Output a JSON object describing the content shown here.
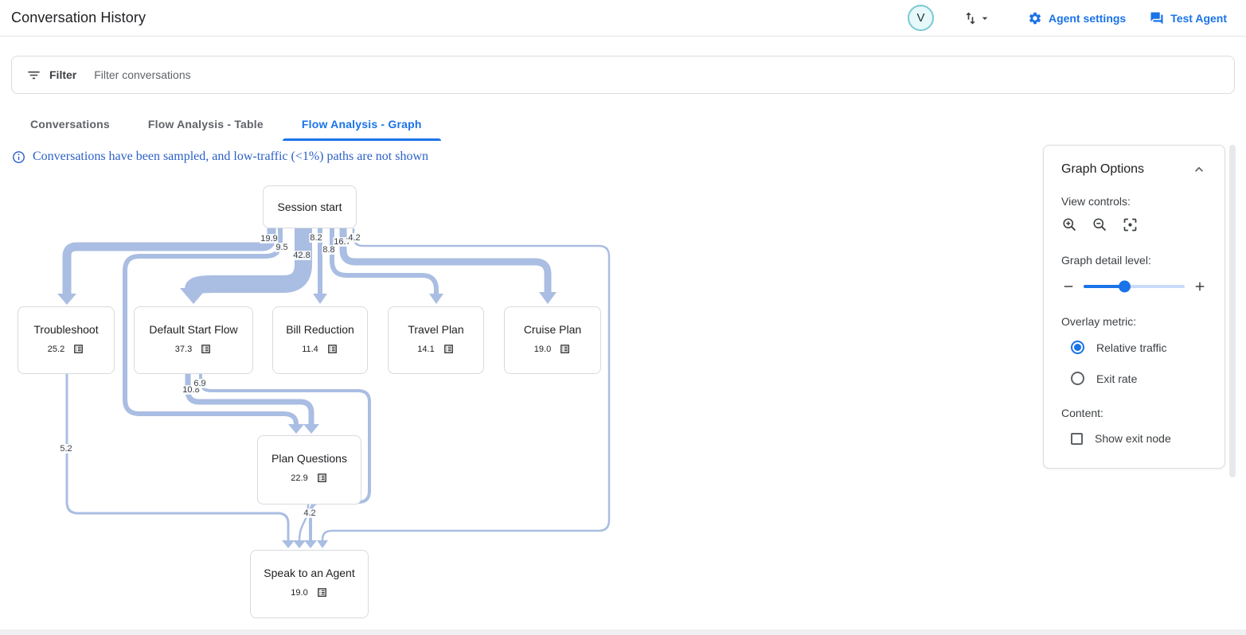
{
  "header": {
    "title": "Conversation History",
    "avatar_letter": "V",
    "agent_settings_label": "Agent settings",
    "test_agent_label": "Test Agent"
  },
  "filter_bar": {
    "filter_label": "Filter",
    "placeholder": "Filter conversations"
  },
  "tabs": [
    {
      "label": "Conversations",
      "active": false
    },
    {
      "label": "Flow Analysis - Table",
      "active": false
    },
    {
      "label": "Flow Analysis - Graph",
      "active": true
    }
  ],
  "info_banner": {
    "text": "Conversations have been sampled, and low-traffic (<1%) paths are not shown"
  },
  "chart_data": {
    "type": "flow-graph",
    "nodes": [
      {
        "id": "session-start",
        "label": "Session start",
        "value": null
      },
      {
        "id": "troubleshoot",
        "label": "Troubleshoot",
        "value": "25.2"
      },
      {
        "id": "default-start-flow",
        "label": "Default Start Flow",
        "value": "37.3"
      },
      {
        "id": "bill-reduction",
        "label": "Bill Reduction",
        "value": "11.4"
      },
      {
        "id": "travel-plan",
        "label": "Travel Plan",
        "value": "14.1"
      },
      {
        "id": "cruise-plan",
        "label": "Cruise Plan",
        "value": "19.0"
      },
      {
        "id": "plan-questions",
        "label": "Plan Questions",
        "value": "22.9"
      },
      {
        "id": "speak-to-an-agent",
        "label": "Speak to an Agent",
        "value": "19.0"
      }
    ],
    "edges": [
      {
        "from": "session-start",
        "to": "troubleshoot",
        "value": "19.9"
      },
      {
        "from": "session-start",
        "to": "plan-questions",
        "value": "9.5"
      },
      {
        "from": "session-start",
        "to": "default-start-flow",
        "value": "42.8"
      },
      {
        "from": "session-start",
        "to": "bill-reduction",
        "value": "8.2"
      },
      {
        "from": "session-start",
        "to": "travel-plan",
        "value": "8.8"
      },
      {
        "from": "session-start",
        "to": "cruise-plan",
        "value": "16.7"
      },
      {
        "from": "session-start",
        "to": "speak-to-an-agent",
        "value": "4.2"
      },
      {
        "from": "default-start-flow",
        "to": "plan-questions",
        "value": "10.8"
      },
      {
        "from": "default-start-flow",
        "to": "speak-to-an-agent",
        "value": "6.9"
      },
      {
        "from": "troubleshoot",
        "to": "speak-to-an-agent",
        "value": "5.2"
      },
      {
        "from": "plan-questions",
        "to": "speak-to-an-agent",
        "value": "4.2"
      }
    ]
  },
  "graph_options": {
    "title": "Graph Options",
    "view_controls_label": "View controls:",
    "detail_label": "Graph detail level:",
    "detail_level_percent": 40,
    "overlay_label": "Overlay metric:",
    "overlay_options": [
      {
        "label": "Relative traffic",
        "selected": true
      },
      {
        "label": "Exit rate",
        "selected": false
      }
    ],
    "content_label": "Content:",
    "show_exit_node_label": "Show exit node",
    "show_exit_node_checked": false
  },
  "icons": {
    "header": [
      "swap-vert-icon",
      "caret-down-icon",
      "gear-icon",
      "chat-icon"
    ],
    "filter": "filter-list-icon",
    "banner": "info-icon",
    "node": "list-alt-icon",
    "panel": [
      "chevron-up-icon",
      "zoom-in-icon",
      "zoom-out-icon",
      "center-focus-icon",
      "minus-icon",
      "plus-icon"
    ]
  },
  "colors": {
    "accent": "#1a73e8",
    "edge": "#aabde2",
    "banner_text": "#2b5fc7",
    "node_border": "#d8dade",
    "tab_inactive": "#5f6368"
  }
}
